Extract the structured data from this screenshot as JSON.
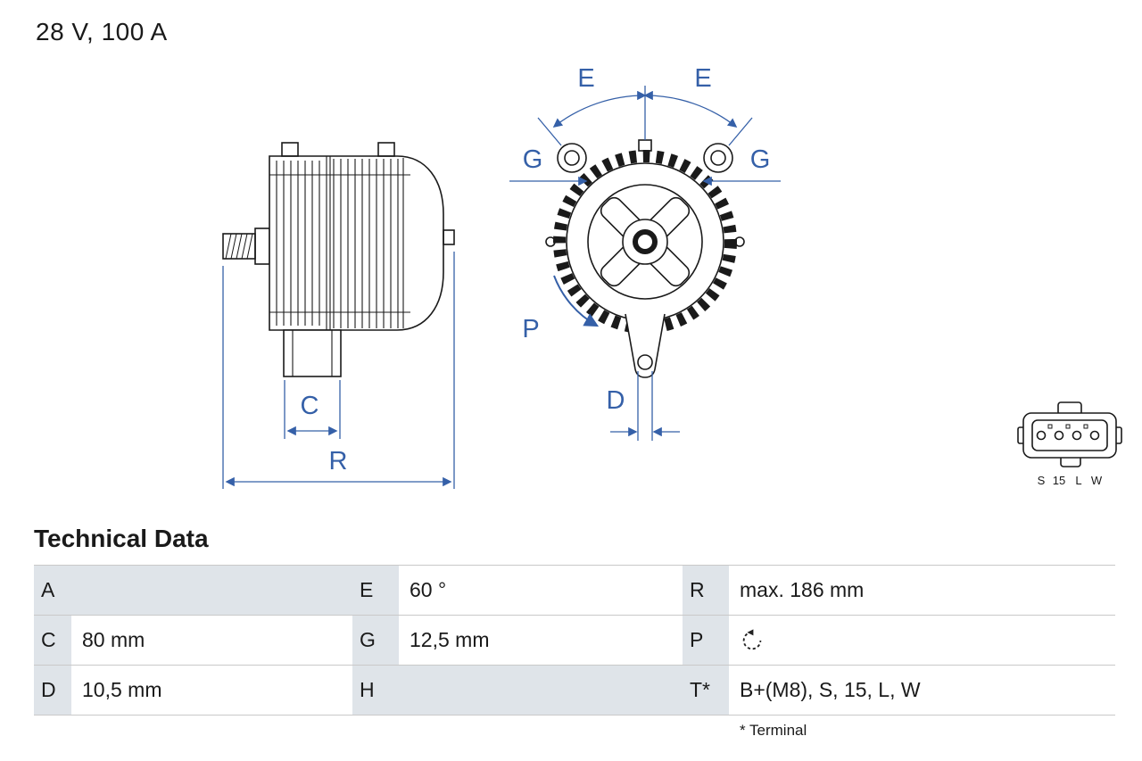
{
  "title": "28 V, 100 A",
  "drawing": {
    "labels": {
      "e": "E",
      "g": "G",
      "p": "P",
      "c": "C",
      "r": "R",
      "d": "D"
    }
  },
  "connector": {
    "pins": [
      "S",
      "15",
      "L",
      "W"
    ]
  },
  "technical_data": {
    "heading": "Technical Data",
    "footnote": "* Terminal",
    "rows": [
      {
        "c1": {
          "label": "A",
          "value": ""
        },
        "c2": {
          "label": "E",
          "value": "60 °"
        },
        "c3": {
          "label": "R",
          "value": "max. 186 mm"
        }
      },
      {
        "c1": {
          "label": "C",
          "value": "80 mm"
        },
        "c2": {
          "label": "G",
          "value": "12,5 mm"
        },
        "c3": {
          "label": "P",
          "value": "",
          "icon": "rotation-direction"
        }
      },
      {
        "c1": {
          "label": "D",
          "value": "10,5 mm"
        },
        "c2": {
          "label": "H",
          "value": ""
        },
        "c3": {
          "label": "T*",
          "value": "B+(M8), S, 15, L, W"
        }
      }
    ]
  }
}
